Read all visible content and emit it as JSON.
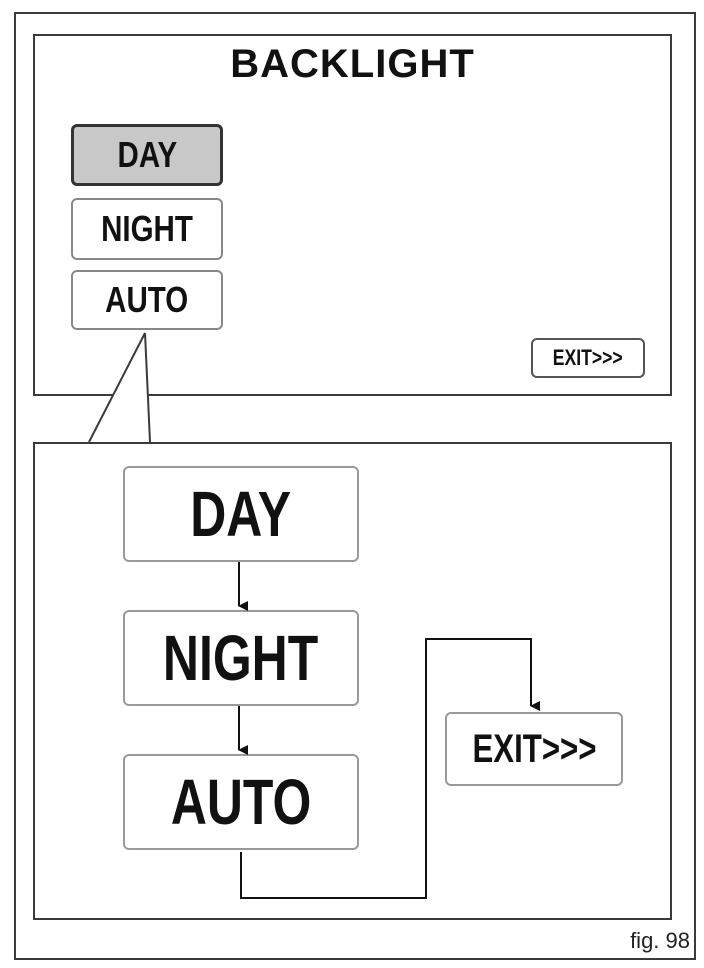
{
  "screen": {
    "title": "BACKLIGHT",
    "options": [
      "DAY",
      "NIGHT",
      "AUTO"
    ],
    "selected": "DAY",
    "exit_label": "EXIT>>>"
  },
  "detail": {
    "options": [
      "DAY",
      "NIGHT",
      "AUTO"
    ],
    "exit_label": "EXIT>>>"
  },
  "caption": "fig. 98",
  "colors": {
    "border": "#3a3a3a",
    "selected_fill": "#c8c8c8",
    "arrow": "#111111"
  }
}
